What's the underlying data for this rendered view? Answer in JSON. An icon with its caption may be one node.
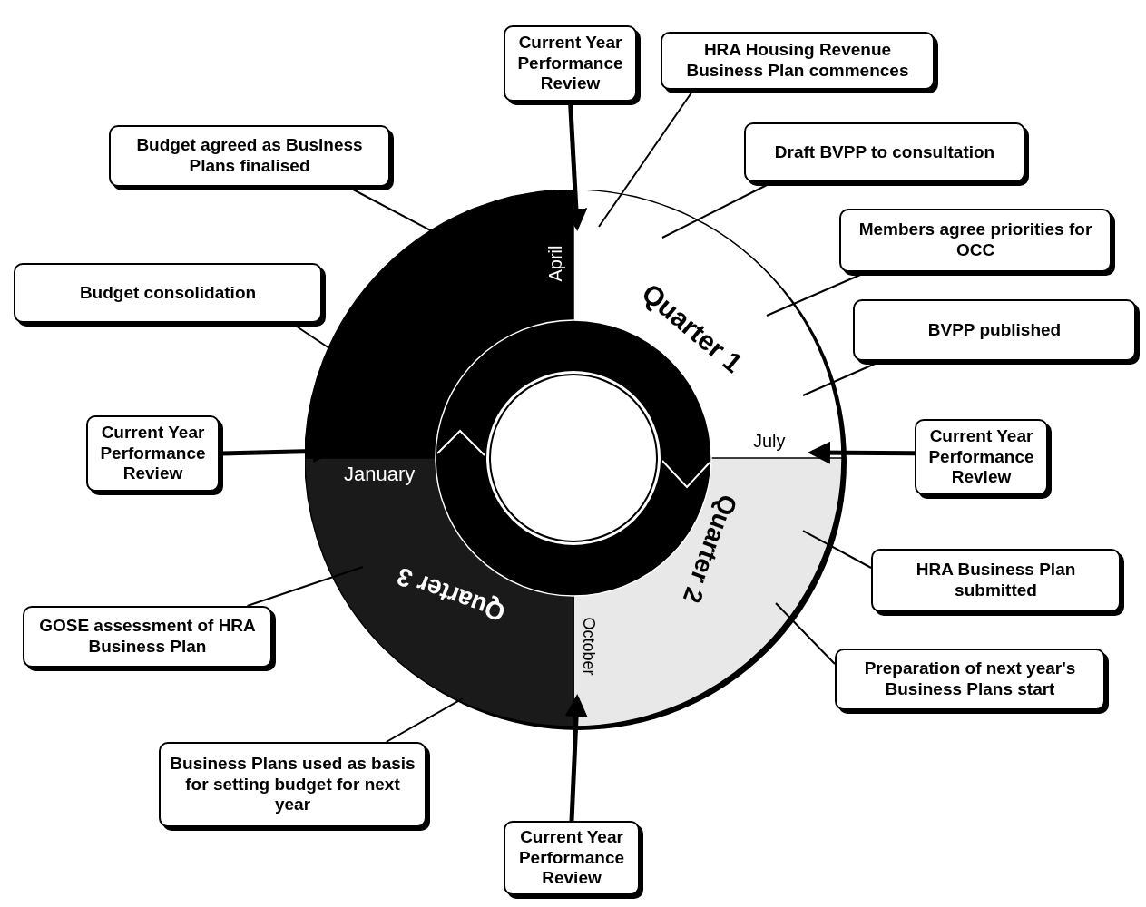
{
  "diagram": {
    "nodes": [
      {
        "text": [
          "Current Year Performance Review"
        ]
      },
      {
        "text": [
          "HRA Housing Revenue Business Plan commences"
        ]
      },
      {
        "text": [
          "Draft BVPP to consultation"
        ]
      },
      {
        "text": [
          "Budget agreed as Business Plans finalised"
        ]
      },
      {
        "text": [
          "Members agree priorities for OCC"
        ]
      },
      {
        "text": [
          "Budget consolidation"
        ]
      },
      {
        "text": [
          "BVPP published"
        ]
      },
      {
        "text": [
          "Current Year Performance Review"
        ]
      },
      {
        "text": [
          "Current Year Performance Review"
        ]
      },
      {
        "text": [
          "HRA Business Plan submitted"
        ]
      },
      {
        "text": [
          "GOSE assessment of HRA Business Plan"
        ]
      },
      {
        "text": [
          "Preparation of next year's Business Plans start"
        ]
      },
      {
        "text": [
          "Business Plans used as basis for setting budget for next year"
        ]
      },
      {
        "text": [
          "Current Year Performance Review"
        ]
      },
      {
        "text": [],
        "shape": "sector"
      },
      {
        "text": [
          "Quarter 1"
        ]
      },
      {
        "text": [
          "Quarter 2"
        ]
      },
      {
        "text": [
          "Quarter 3"
        ]
      }
    ],
    "edges": [
      {
        "from": 0,
        "to": 15,
        "arrow": "to",
        "style": "thick"
      },
      {
        "from": 1,
        "to": 15,
        "arrow": "none"
      },
      {
        "from": 2,
        "to": 15,
        "arrow": "none"
      },
      {
        "from": 3,
        "to": 14,
        "arrow": "none"
      },
      {
        "from": 4,
        "to": 15,
        "arrow": "none"
      },
      {
        "from": 5,
        "to": 14,
        "arrow": "none"
      },
      {
        "from": 6,
        "to": 15,
        "arrow": "none"
      },
      {
        "from": 7,
        "to": 14,
        "arrow": "to",
        "style": "thick"
      },
      {
        "from": 8,
        "to": 15,
        "arrow": "to",
        "style": "thick"
      },
      {
        "from": 9,
        "to": 16,
        "arrow": "none"
      },
      {
        "from": 10,
        "to": 17,
        "arrow": "none"
      },
      {
        "from": 11,
        "to": 16,
        "arrow": "none"
      },
      {
        "from": 12,
        "to": 17,
        "arrow": "none"
      },
      {
        "from": 13,
        "to": 16,
        "arrow": "to",
        "style": "thick"
      }
    ],
    "labels": [
      "April",
      "July",
      "January",
      "October"
    ]
  }
}
